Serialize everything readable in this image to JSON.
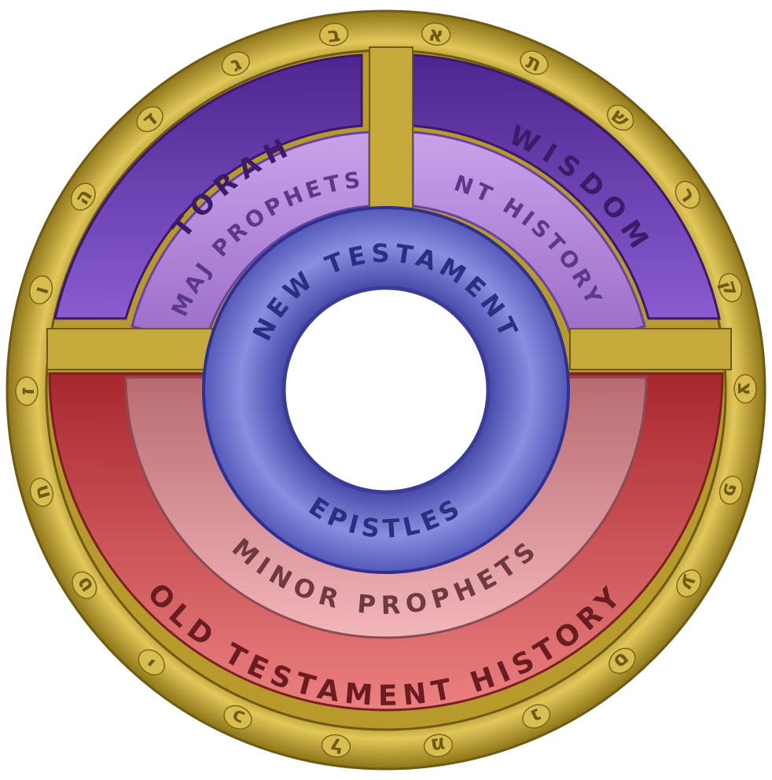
{
  "diagram": {
    "segments": [
      {
        "id": "torah",
        "label": "TORAH",
        "color": "#6b3fb0"
      },
      {
        "id": "maj-prophets",
        "label": "MAJ PROPHETS",
        "color": "#a77ad4"
      },
      {
        "id": "wisdom",
        "label": "WISDOM",
        "color": "#6b3fb0"
      },
      {
        "id": "nt-history",
        "label": "NT HISTORY",
        "color": "#a77ad4"
      },
      {
        "id": "new-testament",
        "label": "NEW TESTAMENT",
        "color": "#6a6cc8"
      },
      {
        "id": "epistles",
        "label": "EPISTLES",
        "color": "#6a6cc8"
      },
      {
        "id": "minor-prophets",
        "label": "MINOR PROPHETS",
        "color": "#d98d93"
      },
      {
        "id": "ot-history",
        "label": "OLD TESTAMENT HISTORY",
        "color": "#d0464c"
      }
    ],
    "hebrew_letters": [
      "א",
      "ב",
      "ג",
      "ד",
      "ה",
      "ו",
      "ז",
      "ח",
      "ט",
      "י",
      "כ",
      "ל",
      "מ",
      "נ",
      "ס",
      "ע",
      "פ",
      "צ",
      "ק",
      "ר",
      "ש",
      "ת"
    ],
    "colors": {
      "gold": "#c6a93b",
      "gold_dark": "#8d7418",
      "purple_outer": "#6b3fb0",
      "purple_inner": "#a77ad4",
      "blue": "#6a6cc8",
      "red_outer": "#d0464c",
      "red_inner": "#d98d93"
    }
  }
}
